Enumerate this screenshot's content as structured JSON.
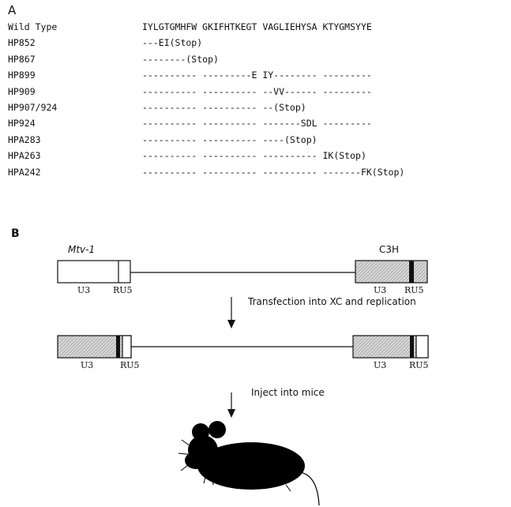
{
  "panel_a": {
    "label": "A",
    "rows": [
      {
        "name": "Wild Type",
        "seq": "IYLGTGMHFW GKIFHTKEGT VAGLIEHYSA KTYGMSYYE"
      },
      {
        "name": "HP852",
        "seq": "---EI(Stop)"
      },
      {
        "name": "HP867",
        "seq": "--------(Stop)"
      },
      {
        "name": "HP899",
        "seq": "---------- ---------E IY-------- ---------"
      },
      {
        "name": "HP909",
        "seq": "---------- ---------- --VV------ ---------"
      },
      {
        "name": "HP907/924",
        "seq": "---------- ---------- --(Stop)"
      },
      {
        "name": "HP924",
        "seq": "---------- ---------- -------SDL ---------"
      },
      {
        "name": "HPA283",
        "seq": "---------- ---------- ----(Stop)"
      },
      {
        "name": "HPA263",
        "seq": "---------- ---------- ---------- IK(Stop)"
      },
      {
        "name": "HPA242",
        "seq": "---------- ---------- ---------- -------FK(Stop)"
      }
    ]
  },
  "panel_b": {
    "label": "B",
    "left_construct_label": "Mtv-1",
    "right_construct_label": "C3H",
    "u3": "U3",
    "ru5": "RU5",
    "step1_text": "Transfection into XC and replication",
    "step2_text": "Inject into mice"
  },
  "colors": {
    "ink": "#111111",
    "hatch_fill": "#cfcfcf"
  }
}
